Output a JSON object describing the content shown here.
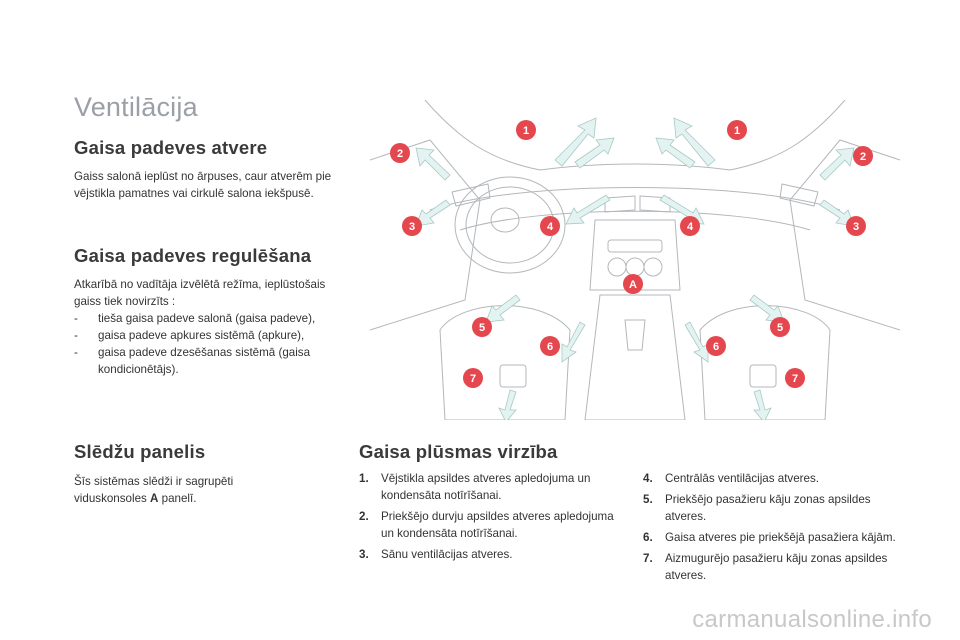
{
  "page_title": "Ventilācija",
  "section_inlet": {
    "heading": "Gaisa padeves atvere",
    "text": "Gaiss salonā ieplūst no ārpuses, caur atverēm pie vējstikla pamatnes vai cirkulē salona iekšpusē."
  },
  "section_regulation": {
    "heading": "Gaisa padeves regulēšana",
    "intro": "Atkarībā no vadītāja izvēlētā režīma, ieplūstošais gaiss tiek novirzīts :",
    "items": [
      "tieša gaisa padeve salonā (gaisa padeve),",
      "gaisa padeve apkures sistēmā (apkure),",
      "gaisa padeve dzesēšanas sistēmā (gaisa kondicionētājs)."
    ],
    "dash": "-"
  },
  "section_panel": {
    "heading": "Slēdžu panelis",
    "text_before": "Šīs sistēmas slēdži ir sagrupēti viduskonsoles ",
    "text_bold": "A",
    "text_after": " panelī."
  },
  "section_flow": {
    "heading": "Gaisa plūsmas virzība",
    "left_items": [
      {
        "num": "1.",
        "text": "Vējstikla apsildes atveres apledojuma un kondensāta notīrīšanai."
      },
      {
        "num": "2.",
        "text": "Priekšējo durvju apsildes atveres apledojuma un kondensāta notīrīšanai."
      },
      {
        "num": "3.",
        "text": "Sānu ventilācijas atveres."
      }
    ],
    "right_items": [
      {
        "num": "4.",
        "text": "Centrālās ventilācijas atveres."
      },
      {
        "num": "5.",
        "text": "Priekšējo pasažieru kāju zonas apsildes atveres."
      },
      {
        "num": "6.",
        "text": "Gaisa atveres pie priekšējā pasažiera kājām."
      },
      {
        "num": "7.",
        "text": "Aizmugurējo pasažieru kāju zonas apsildes atveres."
      }
    ]
  },
  "illustration": {
    "badges": [
      "1",
      "1",
      "2",
      "2",
      "3",
      "3",
      "4",
      "4",
      "5",
      "5",
      "6",
      "6",
      "7",
      "7",
      "A"
    ],
    "badge_color": "#e5474f",
    "arrow_color": "#e3f3f1",
    "line_color": "#9ea3a8"
  },
  "watermark": "carmanualsonline.info"
}
